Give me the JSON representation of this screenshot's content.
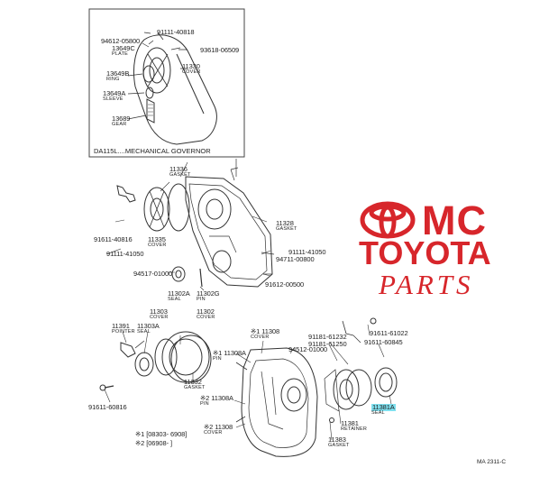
{
  "brand": {
    "line1": "MC",
    "line2": "TOYOTA",
    "line3": "PARTS",
    "color": "#d7262b"
  },
  "inset": {
    "caption": "DA115L....MECHANICAL GOVERNOR"
  },
  "highlight_color": "#7fe0ef",
  "figure_code": "MA 2311-C",
  "footnotes": {
    "n1": "※1 [08303-  6908]",
    "n2": "※2 [06908-      ]"
  },
  "callouts": [
    {
      "id": "c91111_40818",
      "num": "91111-40818",
      "name": ""
    },
    {
      "id": "c94612_05800",
      "num": "94612-05800",
      "name": ""
    },
    {
      "id": "c13649c",
      "num": "13649C",
      "name": "PLATE"
    },
    {
      "id": "c93618_06509",
      "num": "93618-06509",
      "name": ""
    },
    {
      "id": "c11330",
      "num": "11330",
      "name": "COVER"
    },
    {
      "id": "c13649b",
      "num": "13649B",
      "name": "RING"
    },
    {
      "id": "c13649a",
      "num": "13649A",
      "name": "SLEEVE"
    },
    {
      "id": "c13689",
      "num": "13689",
      "name": "GEAR"
    },
    {
      "id": "c11336",
      "num": "11336",
      "name": "GASKET"
    },
    {
      "id": "c11328",
      "num": "11328",
      "name": "GASKET"
    },
    {
      "id": "c91611_40816",
      "num": "91611-40816",
      "name": ""
    },
    {
      "id": "c11335",
      "num": "11335",
      "name": "COVER"
    },
    {
      "id": "c91111_61050",
      "num": "91111-41050",
      "name": ""
    },
    {
      "id": "c91111_41050",
      "num": "91111-41050",
      "name": ""
    },
    {
      "id": "c94711_00800",
      "num": "94711-00800",
      "name": ""
    },
    {
      "id": "c94517_01000",
      "num": "94517-01000",
      "name": ""
    },
    {
      "id": "c91612_00500",
      "num": "91612-00500",
      "name": ""
    },
    {
      "id": "c11302a",
      "num": "11302A",
      "name": "SEAL"
    },
    {
      "id": "c11302g",
      "num": "11302G",
      "name": "PIN"
    },
    {
      "id": "c11302",
      "num": "11302",
      "name": "COVER"
    },
    {
      "id": "c11303",
      "num": "11303",
      "name": "COVER"
    },
    {
      "id": "c11391",
      "num": "11391",
      "name": "POINTER"
    },
    {
      "id": "c11303a",
      "num": "11303A",
      "name": "SEAL"
    },
    {
      "id": "c11332",
      "num": "11332",
      "name": "GASKET"
    },
    {
      "id": "c91611_60816",
      "num": "91611-60816",
      "name": ""
    },
    {
      "id": "c11308_1",
      "num": "※1 11308",
      "name": "COVER"
    },
    {
      "id": "c11308a_1",
      "num": "※1 11308A",
      "name": "PIN"
    },
    {
      "id": "c94512_01000",
      "num": "94512-01000",
      "name": ""
    },
    {
      "id": "c91181_61232",
      "num": "91181-61232",
      "name": ""
    },
    {
      "id": "c91181_61250",
      "num": "91181-61250",
      "name": ""
    },
    {
      "id": "c91611_61022",
      "num": "91611-61022",
      "name": ""
    },
    {
      "id": "c91611_60845",
      "num": "91611-60845",
      "name": ""
    },
    {
      "id": "c11308a_2",
      "num": "※2 11308A",
      "name": "PIN"
    },
    {
      "id": "c11308_2",
      "num": "※2 11308",
      "name": "COVER"
    },
    {
      "id": "c11381",
      "num": "11381",
      "name": "RETAINER"
    },
    {
      "id": "c11383",
      "num": "11383",
      "name": "GASKET"
    },
    {
      "id": "c11381a",
      "num": "11381A",
      "name": "SEAL"
    }
  ]
}
